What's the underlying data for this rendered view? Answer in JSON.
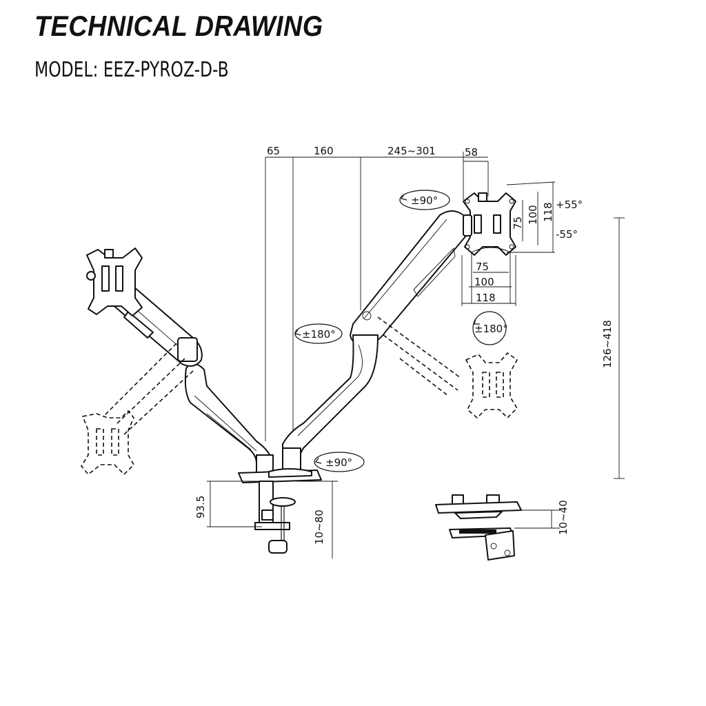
{
  "header": {
    "title": "TECHNICAL DRAWING",
    "model": "MODEL: EEZ-PYROZ-D-B"
  },
  "dimensions": {
    "d65": "65",
    "d160": "160",
    "d245": "245~301",
    "d58": "58",
    "tilt_up": "+55°",
    "tilt_down": "-55°",
    "vesa_v75": "75",
    "vesa_v100": "100",
    "vesa_v118": "118",
    "vesa_h75": "75",
    "vesa_h100": "100",
    "vesa_h118": "118",
    "height_range": "126~418",
    "base_height": "93.5",
    "clamp_range": "10~80",
    "grommet_range": "10~40"
  },
  "rotations": {
    "top": "±90°",
    "middle": "±180°",
    "right": "±180°",
    "base": "±90°"
  }
}
